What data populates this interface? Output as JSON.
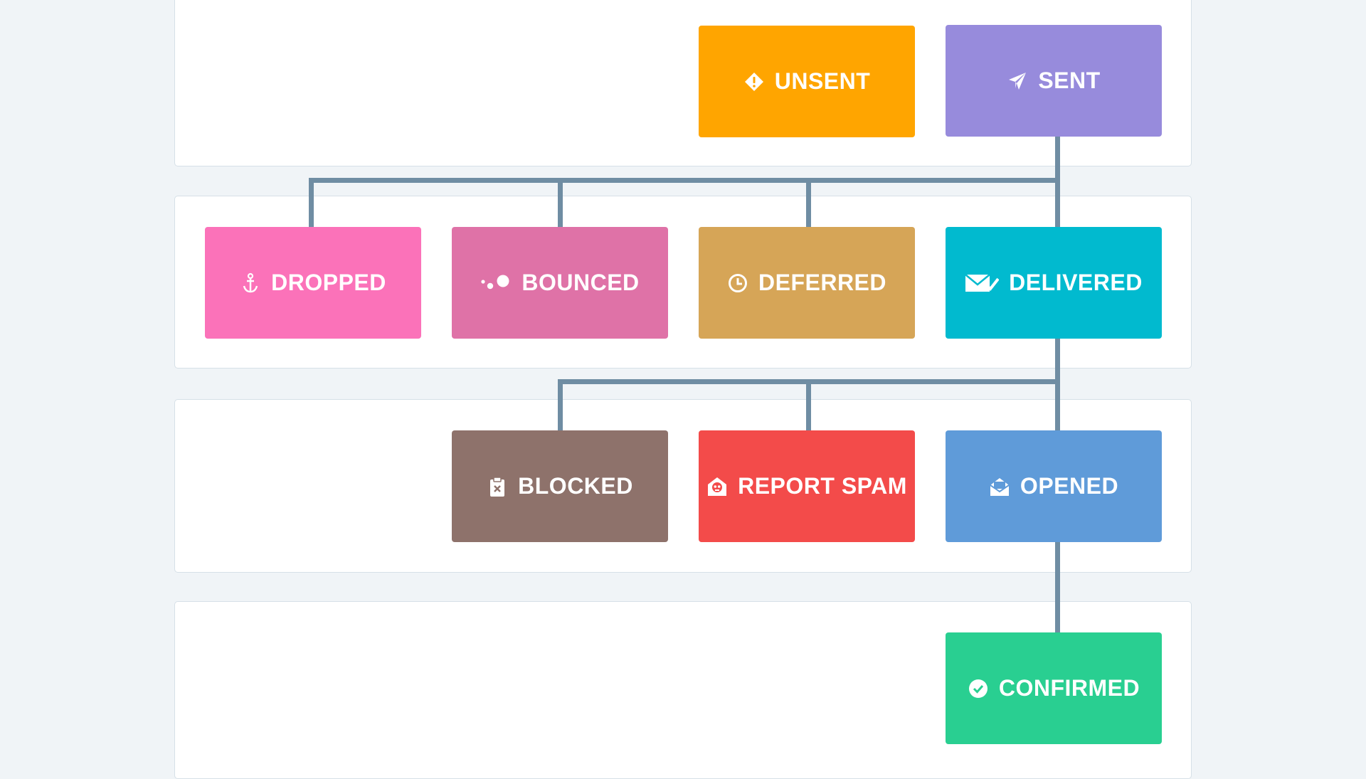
{
  "colors": {
    "page_background": "#f0f4f7",
    "panel_background": "#ffffff",
    "panel_border": "#d6e0e7",
    "connector": "#6f8da3"
  },
  "statuses": {
    "unsent": {
      "label": "UNSENT",
      "icon": "warning-diamond-icon",
      "color": "#ffa500"
    },
    "sent": {
      "label": "SENT",
      "icon": "paper-plane-icon",
      "color": "#978bdc"
    },
    "dropped": {
      "label": "DROPPED",
      "icon": "anchor-icon",
      "color": "#fb72b9"
    },
    "bounced": {
      "label": "BOUNCED",
      "icon": "bouncing-dots-icon",
      "color": "#df72a7"
    },
    "deferred": {
      "label": "DEFERRED",
      "icon": "clock-icon",
      "color": "#d6a557"
    },
    "delivered": {
      "label": "DELIVERED",
      "icon": "envelope-check-icon",
      "color": "#01bacf"
    },
    "blocked": {
      "label": "BLOCKED",
      "icon": "clipboard-x-icon",
      "color": "#8e726b"
    },
    "report_spam": {
      "label": "REPORT SPAM",
      "icon": "spam-skull-icon",
      "color": "#f34b4a"
    },
    "opened": {
      "label": "OPENED",
      "icon": "open-envelope-icon",
      "color": "#5f9bd9"
    },
    "confirmed": {
      "label": "CONFIRMED",
      "icon": "check-circle-icon",
      "color": "#29cf91"
    }
  }
}
